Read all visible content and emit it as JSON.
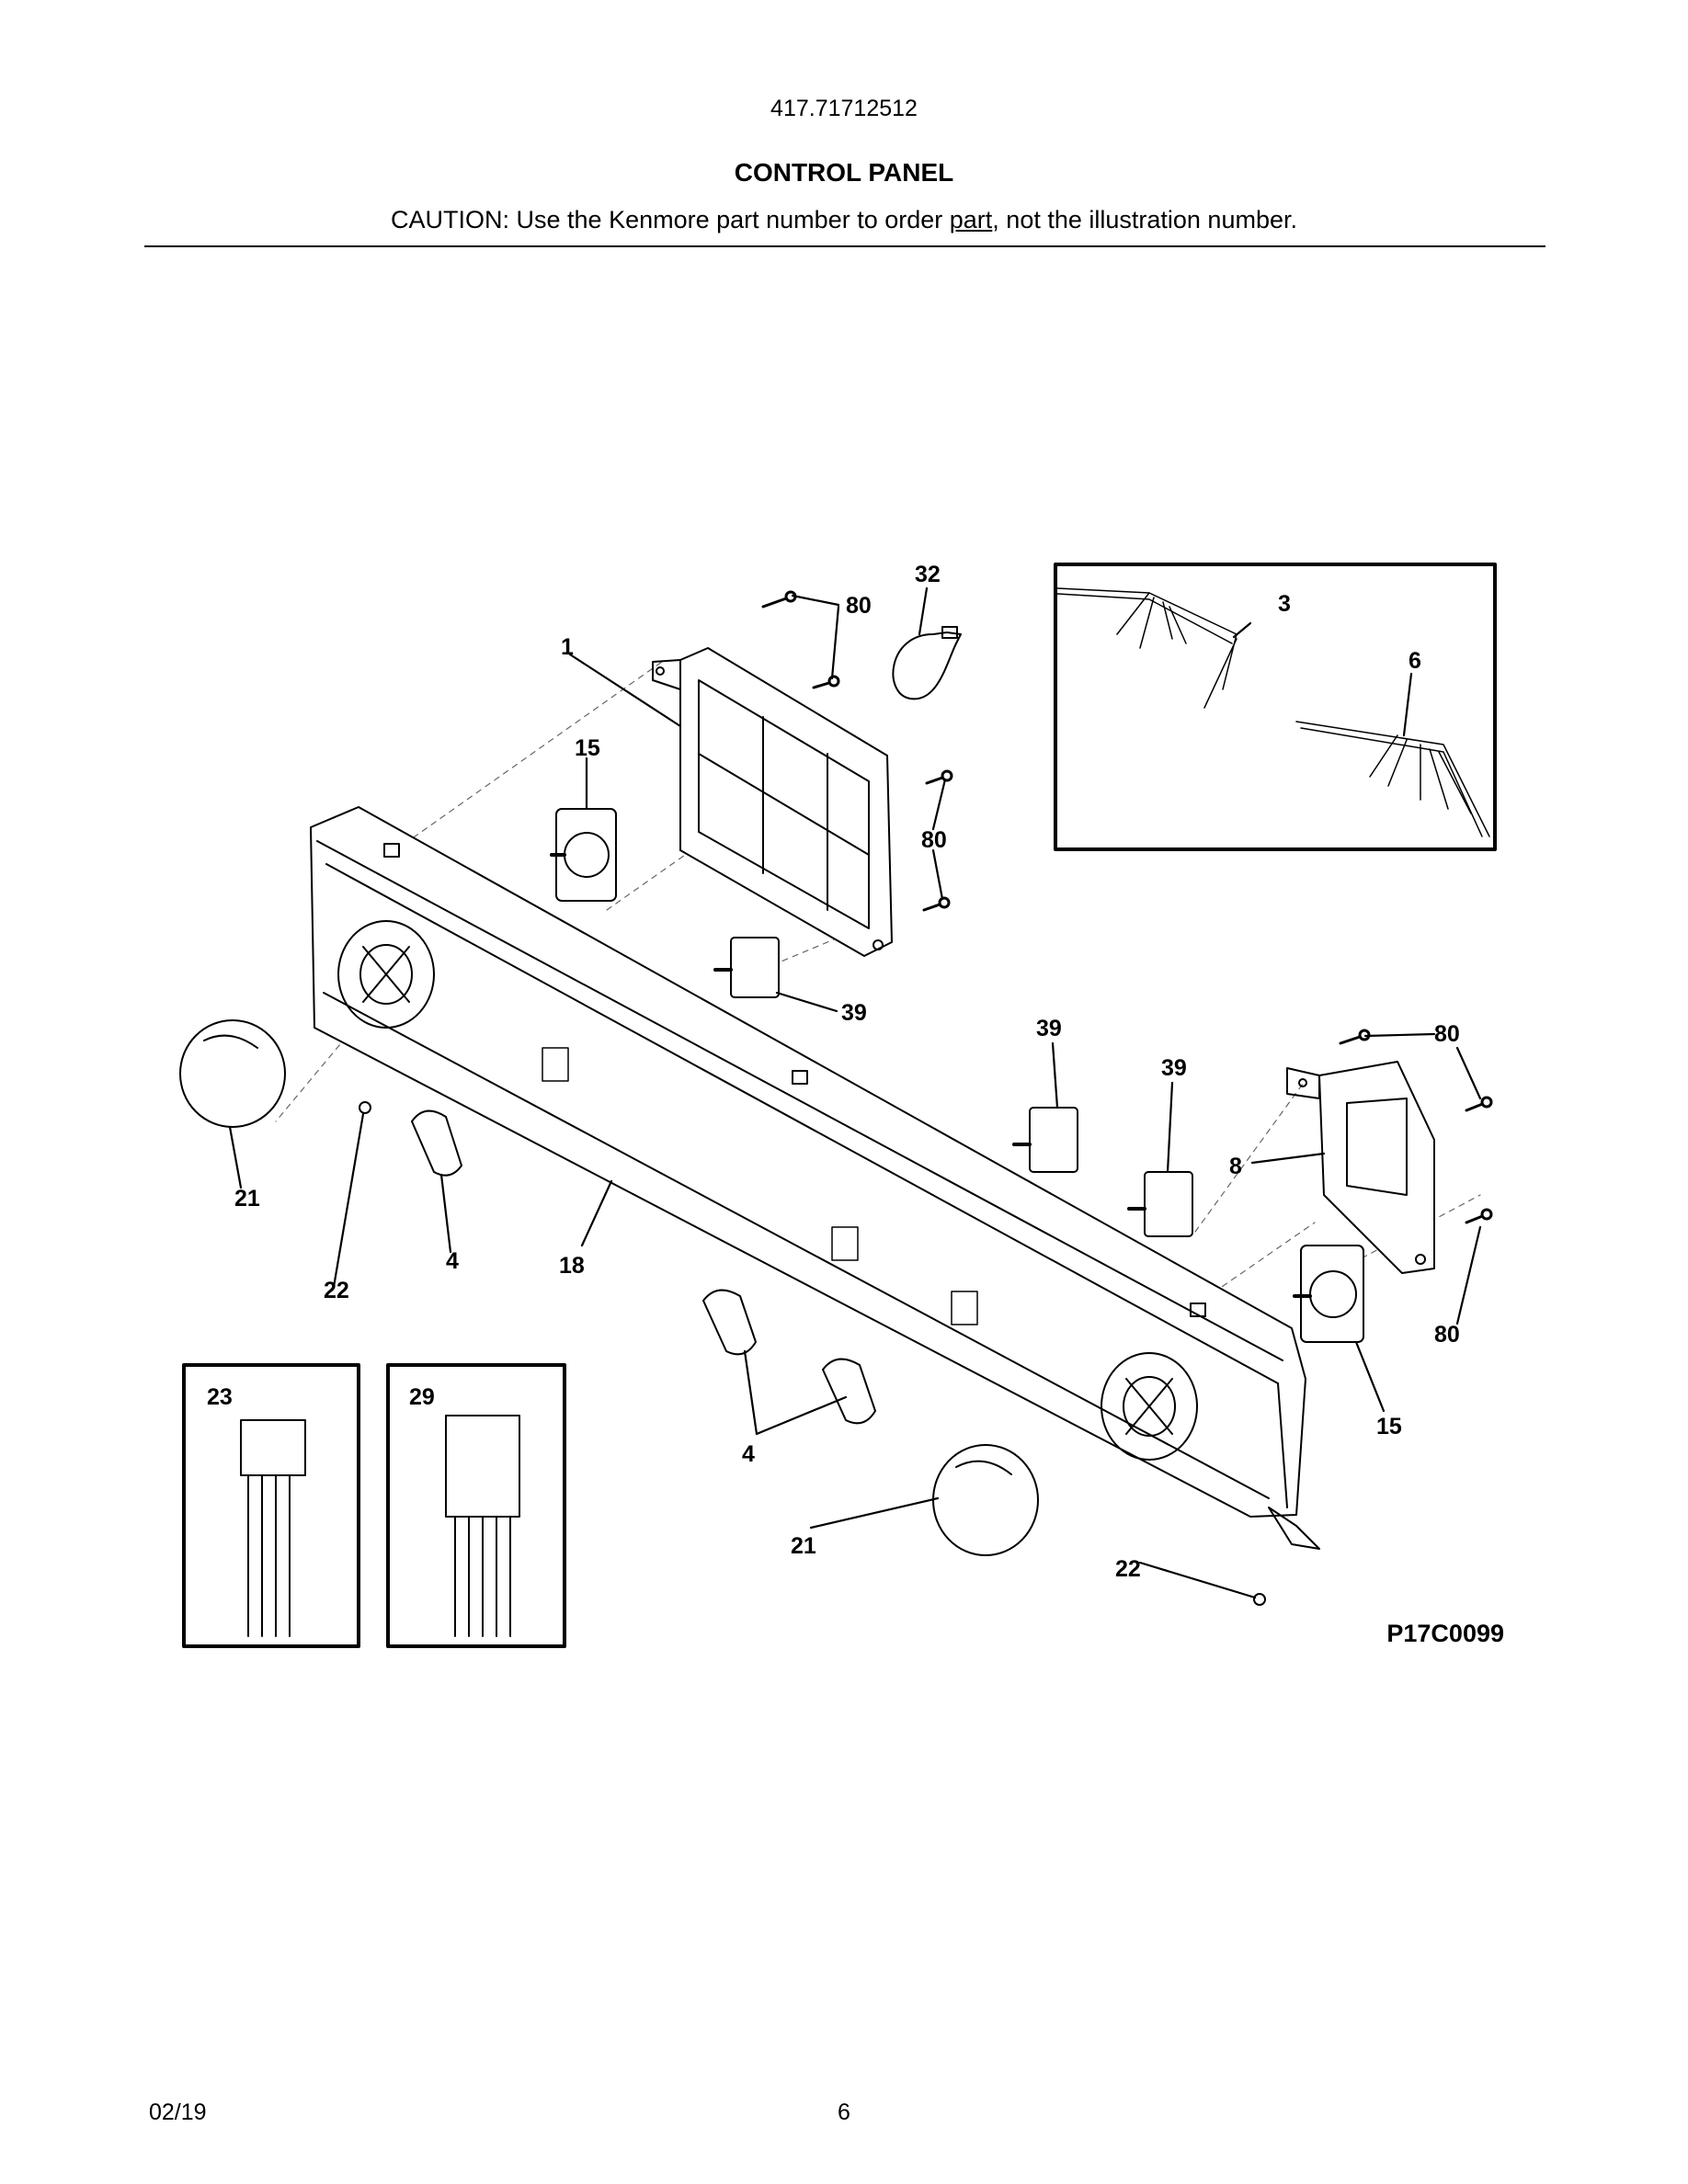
{
  "header": {
    "model_number": "417.71712512",
    "title": "CONTROL PANEL",
    "caution_prefix": "CAUTION: Use the Kenmore part number to order ",
    "caution_underlined": "part",
    "caution_suffix": ", not the illustration number."
  },
  "diagram": {
    "drawing_id": "P17C0099",
    "callouts": {
      "c1": "1",
      "c3": "3",
      "c4a": "4",
      "c4b": "4",
      "c6": "6",
      "c8": "8",
      "c15a": "15",
      "c15b": "15",
      "c18": "18",
      "c21a": "21",
      "c21b": "21",
      "c22a": "22",
      "c22b": "22",
      "c23": "23",
      "c29": "29",
      "c32": "32",
      "c39a": "39",
      "c39b": "39",
      "c39c": "39",
      "c80a": "80",
      "c80b": "80",
      "c80c": "80",
      "c80d": "80"
    }
  },
  "footer": {
    "date": "02/19",
    "page_number": "6"
  }
}
